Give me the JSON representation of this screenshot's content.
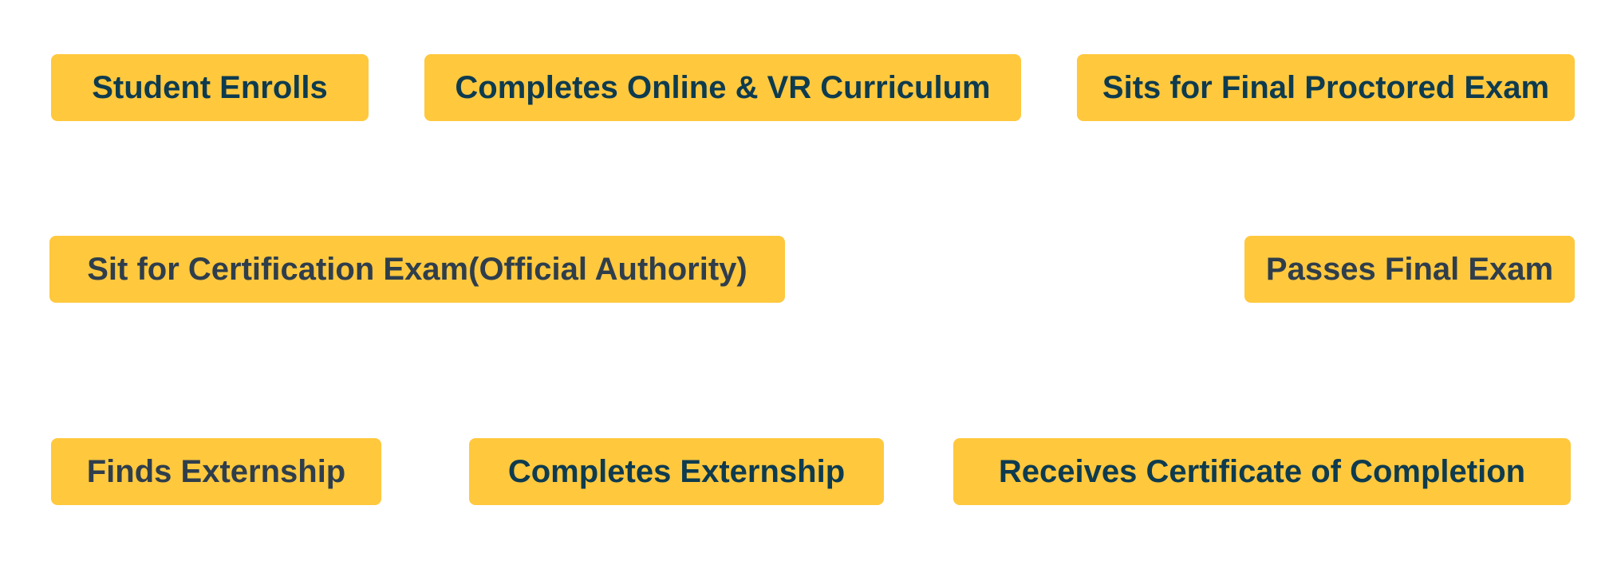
{
  "colors": {
    "box_fill": "#FFC83D",
    "text_dark_teal": "#0E3B4F",
    "text_dark_slate": "#2F3E4C",
    "background": "#FFFFFF"
  },
  "nodes": [
    {
      "label": "Student Enrolls",
      "text_color": "#0E3B4F"
    },
    {
      "label": "Completes Online & VR Curriculum",
      "text_color": "#0E3B4F"
    },
    {
      "label": "Sits for Final Proctored Exam",
      "text_color": "#0E3B4F"
    },
    {
      "label": "Sit for Certification Exam(Official Authority)",
      "text_color": "#2F3E4C"
    },
    {
      "label": "Passes Final Exam",
      "text_color": "#2F3E4C"
    },
    {
      "label": "Finds Externship",
      "text_color": "#2F3E4C"
    },
    {
      "label": "Completes Externship",
      "text_color": "#0E3B4F"
    },
    {
      "label": "Receives Certificate of Completion",
      "text_color": "#0E3B4F"
    }
  ]
}
